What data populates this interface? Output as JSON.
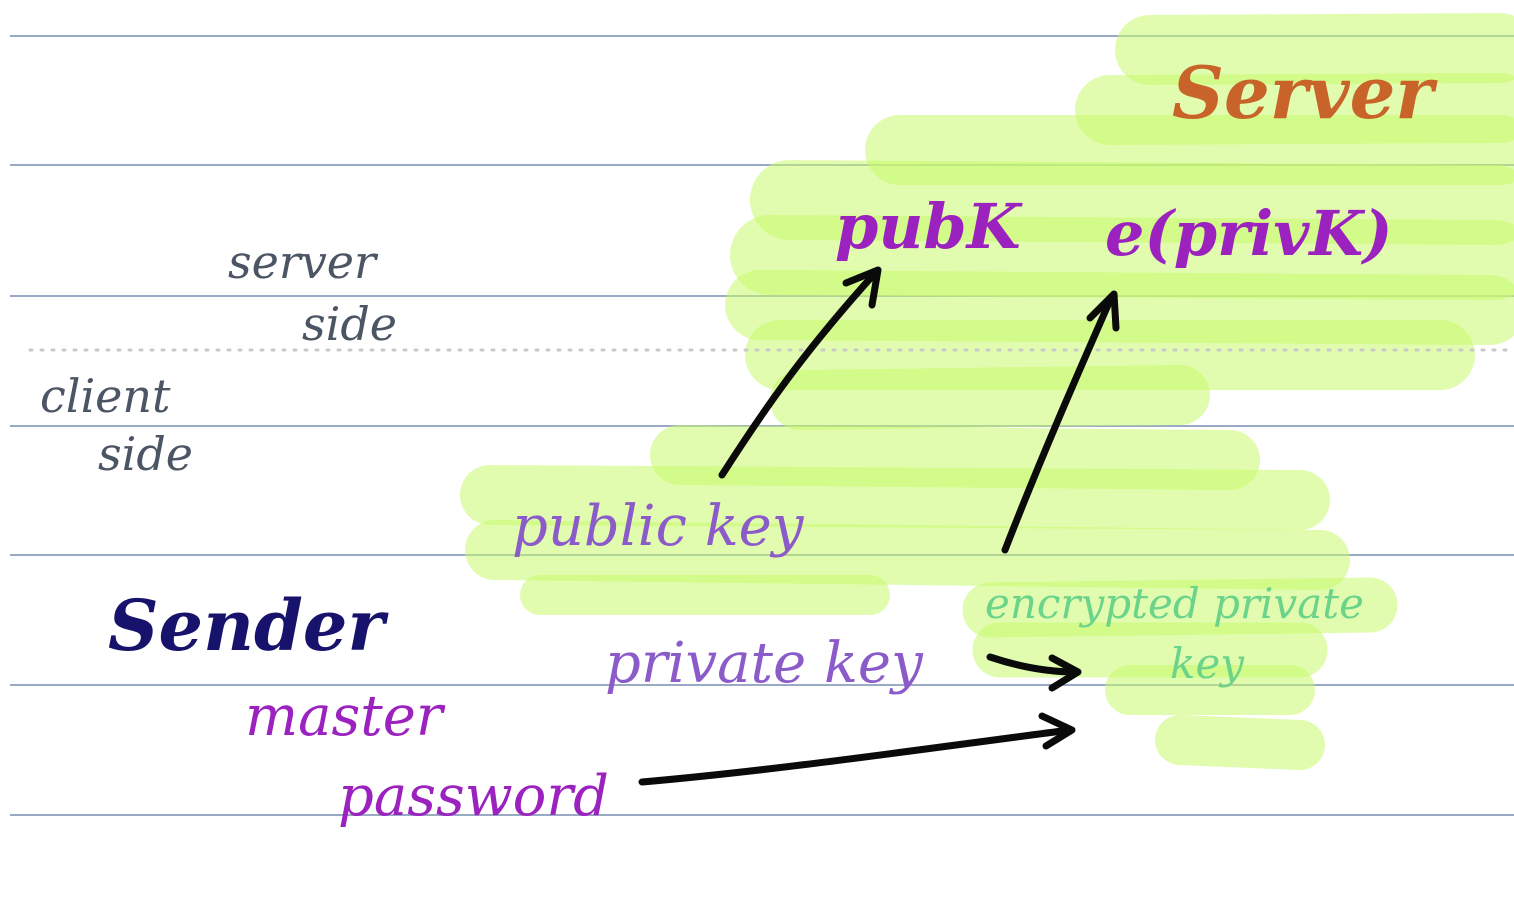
{
  "labels": {
    "server_side_line1": "server",
    "server_side_line2": "side",
    "client_side_line1": "client",
    "client_side_line2": "side",
    "server_title": "Server",
    "pubk": "pubK",
    "eprivk": "e(privK)",
    "sender": "Sender",
    "master": "master",
    "password": "password",
    "public_key": "public key",
    "private_key": "private key",
    "encrypted_private_line1": "encrypted private",
    "encrypted_private_line2": "key"
  },
  "colors": {
    "paper": "#ffffff",
    "rule_lines": "#9aa9c4",
    "highlight": "#c9f96b",
    "side_labels": "#4b5563",
    "server_title": "#c8642a",
    "server_keys": "#9b22bf",
    "sender": "#17126b",
    "master_password": "#9b22bf",
    "client_keys": "#8b5bc9",
    "encrypted_key": "#6bd38a",
    "arrows": "#0a0a0a"
  }
}
